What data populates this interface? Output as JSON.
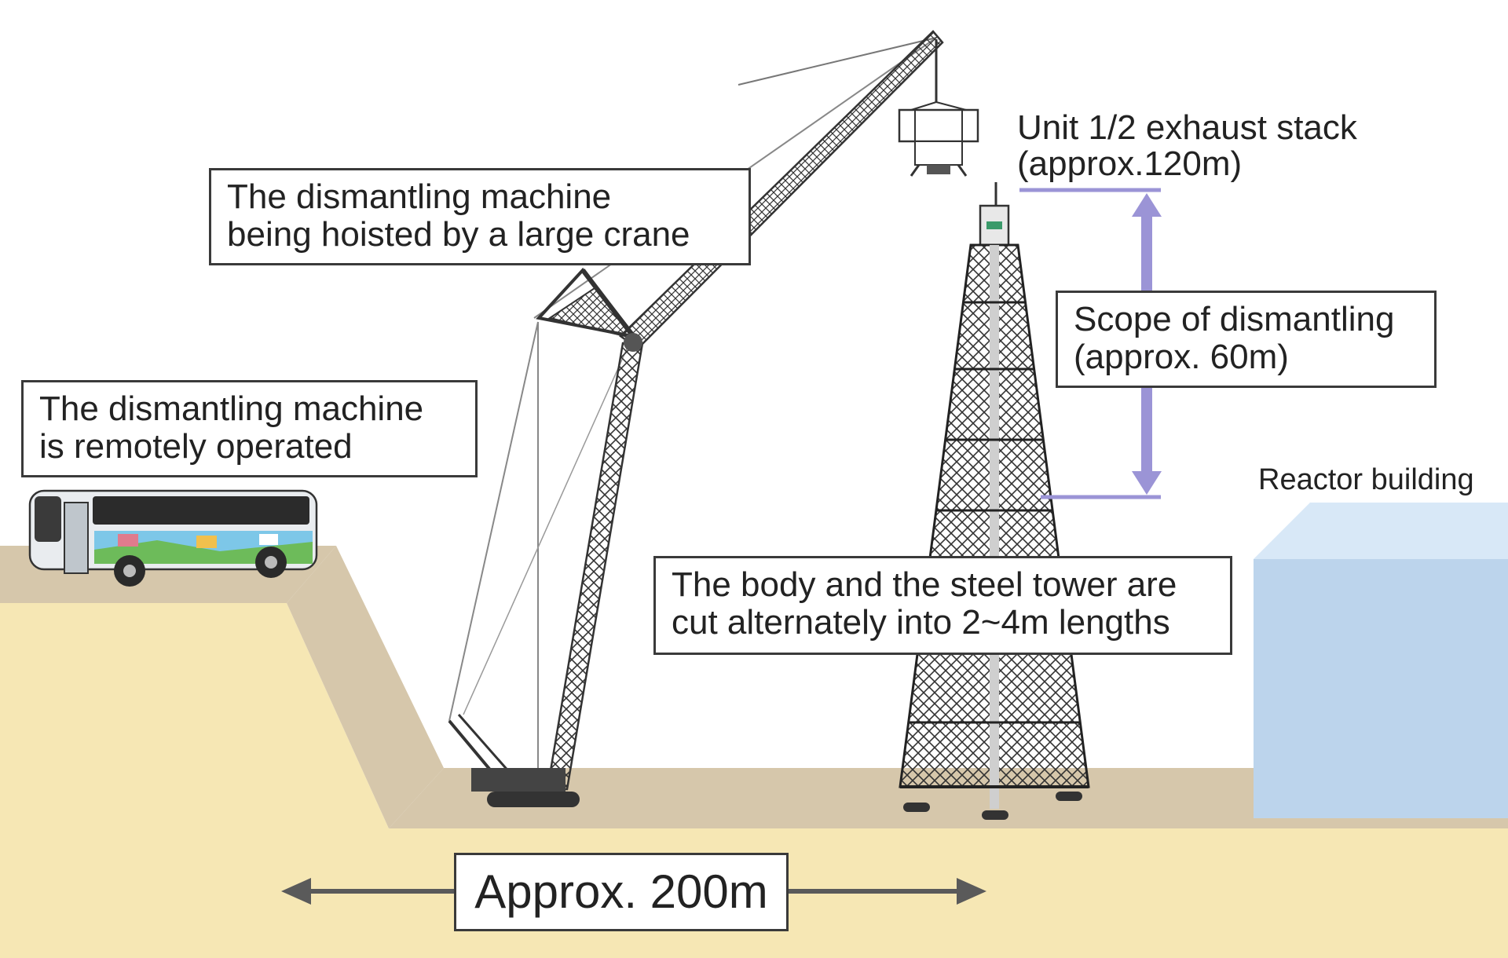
{
  "colors": {
    "ground": "#f6e7b4",
    "upper_ground": "#d6c7ab",
    "slope": "#d6c7ab",
    "reactor_front": "#bcd4ec",
    "reactor_top": "#d8e8f7",
    "scope_marker": "#9b94d6",
    "distance_arrow": "#5a5a5a",
    "line_art": "#333333"
  },
  "labels": {
    "crane_callout": {
      "line1": "The dismantling machine",
      "line2": "being hoisted by a large crane"
    },
    "remote_callout": {
      "line1": "The dismantling machine",
      "line2": "is remotely operated"
    },
    "stack_label": {
      "line1": "Unit 1/2 exhaust stack",
      "line2": "(approx.120m)"
    },
    "scope_callout": {
      "line1": "Scope of dismantling",
      "line2": "(approx. 60m)"
    },
    "cutting_callout": {
      "line1": "The body and the steel tower are",
      "line2": "cut alternately into 2~4m lengths"
    },
    "reactor_label": "Reactor building",
    "distance_label": "Approx. 200m"
  },
  "icons": {
    "crane": "crawler-crane-icon",
    "dismantling_machine": "dismantling-machine-icon",
    "stack": "exhaust-stack-tower-icon",
    "bus": "remote-operation-bus-icon"
  }
}
